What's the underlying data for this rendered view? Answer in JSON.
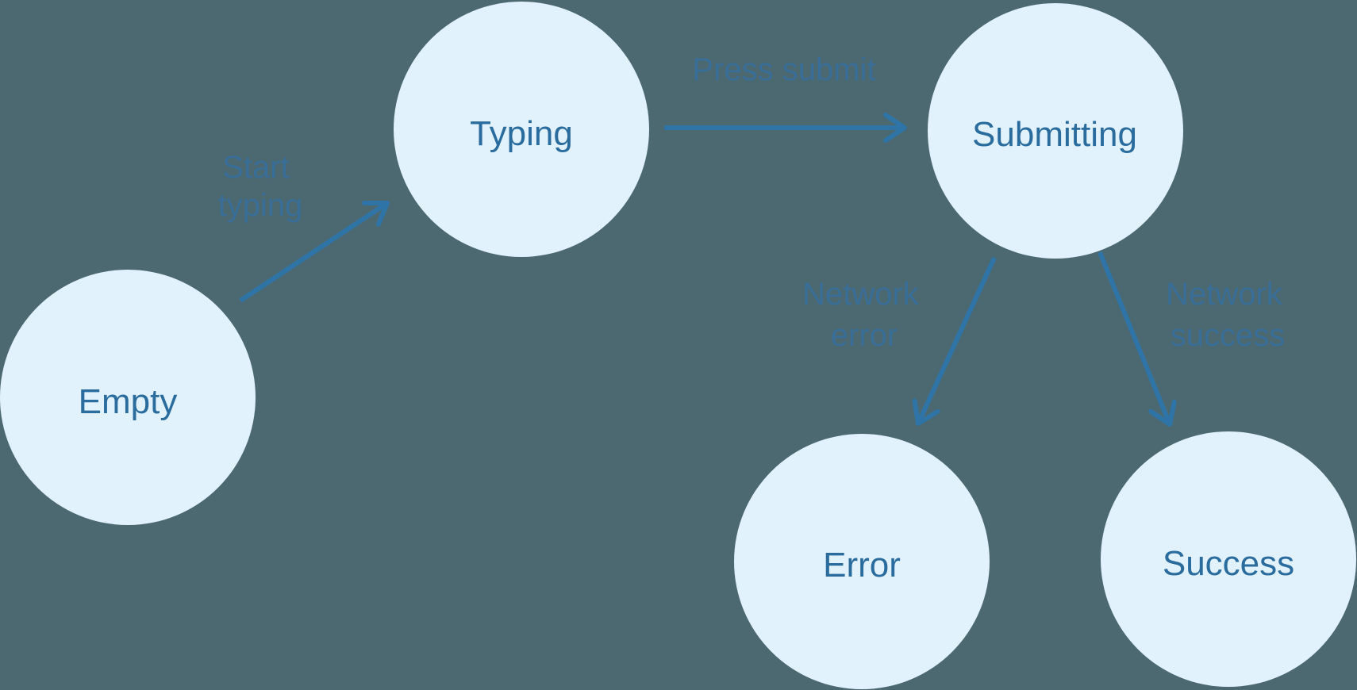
{
  "diagram": {
    "type": "state-machine",
    "colors": {
      "background": "#4C6971",
      "node_fill": "#E1F2FC",
      "node_label": "#2B6C9E",
      "arrow": "#2F74A7",
      "edge_label": "#35709D"
    },
    "states": [
      {
        "id": "empty",
        "label": "Empty"
      },
      {
        "id": "typing",
        "label": "Typing"
      },
      {
        "id": "submitting",
        "label": "Submitting"
      },
      {
        "id": "error",
        "label": "Error"
      },
      {
        "id": "success",
        "label": "Success"
      }
    ],
    "transitions": [
      {
        "from": "empty",
        "to": "typing",
        "label": "Start typing",
        "label_lines": [
          "Start",
          "typing"
        ]
      },
      {
        "from": "typing",
        "to": "submitting",
        "label": "Press submit",
        "label_lines": [
          "Press submit"
        ]
      },
      {
        "from": "submitting",
        "to": "error",
        "label": "Network error",
        "label_lines": [
          "Network",
          "error"
        ]
      },
      {
        "from": "submitting",
        "to": "success",
        "label": "Network success",
        "label_lines": [
          "Network",
          "success"
        ]
      }
    ]
  }
}
